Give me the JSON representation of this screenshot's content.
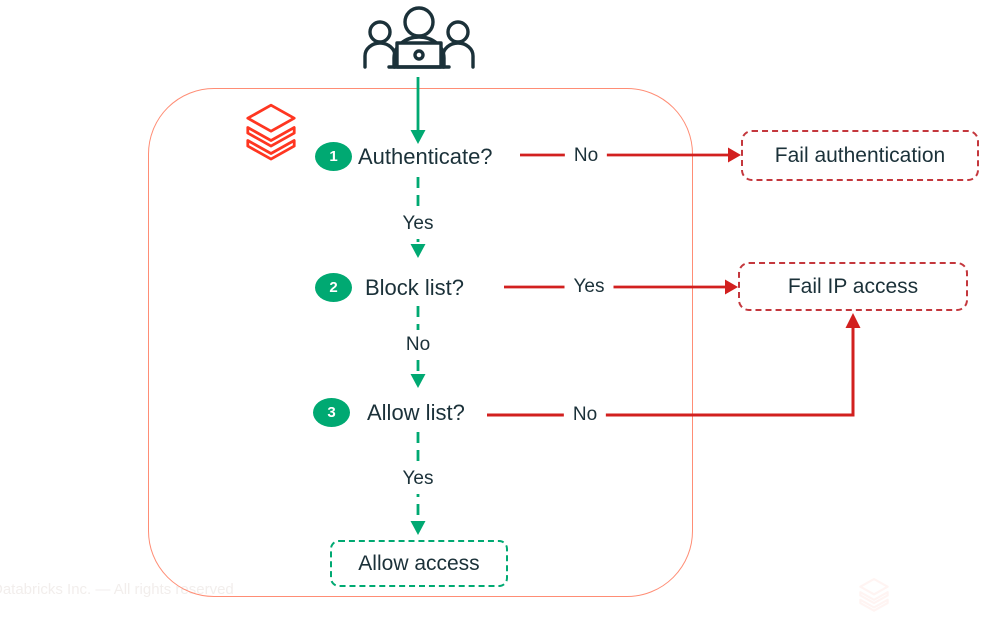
{
  "colors": {
    "green": "#00A972",
    "red_line": "#D2201F",
    "red_dashed_border": "#C4373D",
    "green_dashed_border": "#00A972",
    "navy_text": "#1B3139",
    "boundary_salmon": "#FF8D75",
    "brand_red": "#FF3621"
  },
  "diagram": {
    "steps": [
      {
        "number": "1",
        "question": "Authenticate?",
        "branch": "No",
        "down": "Yes"
      },
      {
        "number": "2",
        "question": "Block list?",
        "branch": "Yes",
        "down": "No"
      },
      {
        "number": "3",
        "question": "Allow list?",
        "branch": "No",
        "down": "Yes"
      }
    ],
    "outcomes": {
      "fail_authentication": "Fail authentication",
      "fail_ip_access": "Fail IP access",
      "allow_access": "Allow access"
    }
  },
  "footer": {
    "copyright": "Databricks Inc. — All rights reserved"
  }
}
